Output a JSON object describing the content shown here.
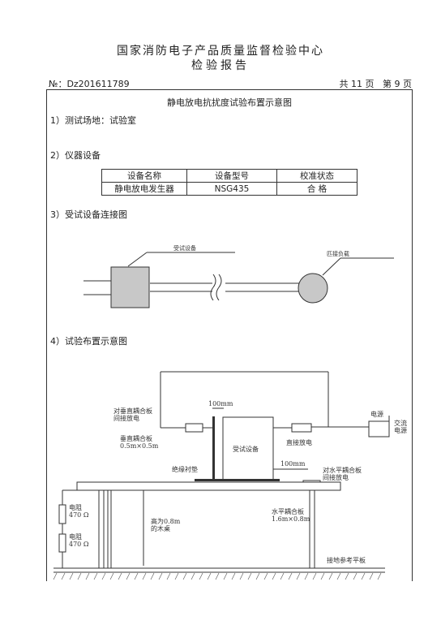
{
  "header": {
    "org": "国家消防电子产品质量监督检验中心",
    "report_title": "检验报告",
    "report_no": "№：Dz201611789",
    "pages": "共 11 页",
    "page_no": "第 9 页"
  },
  "frame_title": "静电放电抗扰度试验布置示意图",
  "sections": {
    "s1": "1）测试场地：试验室",
    "s2": "2）仪器设备",
    "s3": "3）受试设备连接图",
    "s4": "4）试验布置示意图"
  },
  "instruments": {
    "headers": [
      "设备名称",
      "设备型号",
      "校准状态"
    ],
    "rows": [
      [
        "静电放电发生器",
        "NSG435",
        "合 格"
      ]
    ]
  },
  "connection_diagram": {
    "eut_label": "受试设备",
    "load_label": "匹接负载"
  },
  "layout_diagram": {
    "vcp_indirect": "对垂直耦合板\n间接放电",
    "distance_top": "100mm",
    "vcp": "垂直耦合板\n0.5m×0.5m",
    "eut": "受试设备",
    "direct": "直接放电",
    "power": "电源",
    "ac_power": "交流\n电源",
    "insulation": "绝缘衬垫",
    "distance_side": "100mm",
    "hcp_indirect": "对水平耦合板\n间接放电",
    "resistor": "电阻\n470 Ω",
    "table_height": "高为0.8m\n的木桌",
    "hcp": "水平耦合板\n1.6m×0.8m",
    "ground_plane": "接地参考平板"
  }
}
